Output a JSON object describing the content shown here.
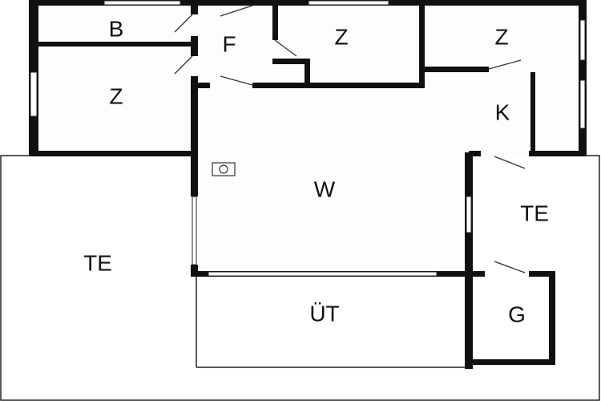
{
  "rooms": {
    "b": "B",
    "z_left": "Z",
    "f": "F",
    "z_middle": "Z",
    "z_right": "Z",
    "k": "K",
    "w": "W",
    "te_left": "TE",
    "te_right": "TE",
    "ut": "ÜT",
    "g": "G"
  },
  "icons": {
    "stove": "stove-icon"
  }
}
